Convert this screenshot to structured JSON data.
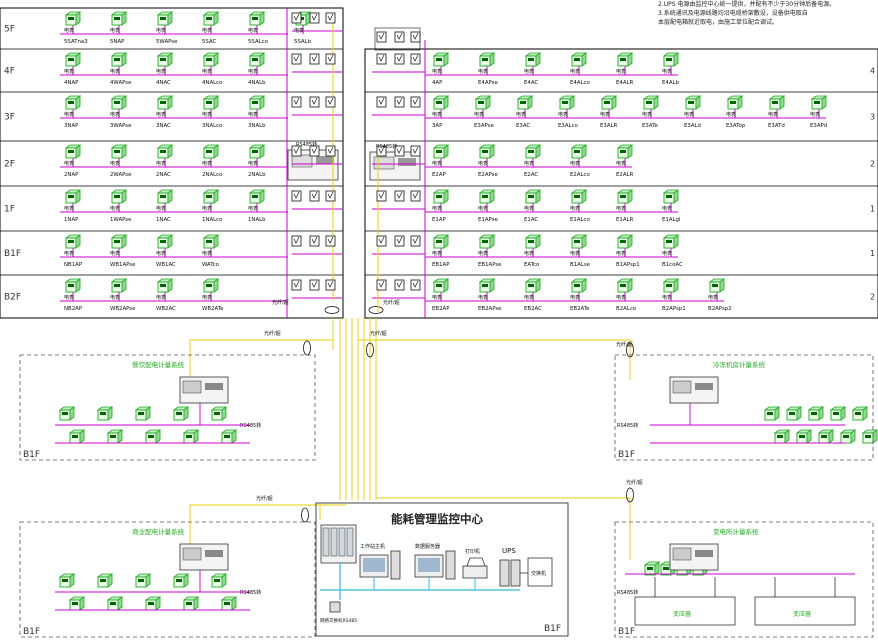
{
  "colors": {
    "line": "#000000",
    "bus": "#cc00cc",
    "signal": "#e6d200",
    "net": "#33bbdd",
    "meter": "#22aa22",
    "title": "#222222"
  },
  "top_notes": [
    "2.UPS 电源由监控中心统一提供，并配有不少于30分钟后备电源。",
    "3.系统通讯及电源线路均沿电缆桥架敷设，设备供电取自",
    "本层配电箱就近取电，由施工单位配合调试。"
  ],
  "floors": [
    "5F",
    "4F",
    "3F",
    "2F",
    "1F",
    "B1F",
    "B2F"
  ],
  "left_building": {
    "rows": [
      {
        "floor": "5F",
        "labels": [
          "5SATna3",
          "5NAP",
          "5WAPse",
          "5SAC",
          "5SALco",
          "5SALb"
        ]
      },
      {
        "floor": "4F",
        "labels": [
          "4NAP",
          "4WAPse",
          "4NAC",
          "4NALco",
          "4NALb"
        ]
      },
      {
        "floor": "3F",
        "labels": [
          "3NAP",
          "3WAPse",
          "3NAC",
          "3NALco",
          "3NALb"
        ]
      },
      {
        "floor": "2F",
        "labels": [
          "2NAP",
          "2WAPse",
          "2NAC",
          "2NALco",
          "2NALb"
        ]
      },
      {
        "floor": "1F",
        "labels": [
          "1NAP",
          "1WAPse",
          "1NAC",
          "1NALco",
          "1NALb"
        ]
      },
      {
        "floor": "B1F",
        "labels": [
          "NB1AP",
          "WB1APse",
          "WB1AC",
          "WATco"
        ]
      },
      {
        "floor": "B2F",
        "labels": [
          "NB2AP",
          "WB2APse",
          "WB2AC",
          "WB2ATe"
        ]
      }
    ]
  },
  "right_building": {
    "rows": [
      {
        "floor": "4F",
        "labels": [
          "4AP",
          "E4APse",
          "E4AC",
          "E4ALco",
          "E4ALR",
          "E4ALb"
        ]
      },
      {
        "floor": "3F",
        "labels": [
          "3AP",
          "E3APse",
          "E3AC",
          "E3ALco",
          "E3ALR",
          "E3ATe",
          "E3ALd",
          "E3ATop",
          "E3ATd",
          "E3APd"
        ]
      },
      {
        "floor": "2F",
        "labels": [
          "E2AP",
          "E2APse",
          "E2AC",
          "E2ALco",
          "E2ALR"
        ]
      },
      {
        "floor": "1F",
        "labels": [
          "E1AP",
          "E1APse",
          "E1AC",
          "E1ALco",
          "E1ALR",
          "E1ALgl"
        ]
      },
      {
        "floor": "B1F",
        "labels": [
          "EB1AP",
          "EB1APse",
          "EATco",
          "B1ALse",
          "B1APsp1",
          "B1coAC"
        ]
      },
      {
        "floor": "B2F",
        "labels": [
          "EB2AP",
          "EB2APse",
          "EB2AC",
          "EB2ATe",
          "B2ALco",
          "B2APsp1",
          "B2APsp2"
        ]
      }
    ]
  },
  "rs485_label": "RS485转",
  "fiber_label": "光纤/超",
  "sub_panels": [
    {
      "title": "餐饮配电计量系统",
      "floor": "B1F",
      "bus_label": "RS485转"
    },
    {
      "title": "冷冻机房计量系统",
      "floor": "B1F",
      "bus_label": "RS485转"
    },
    {
      "title": "商业配电计量系统",
      "floor": "B1F",
      "bus_label": "RS485转"
    },
    {
      "title": "变电所计量系统",
      "floor": "B1F",
      "bus_label": "RS485转",
      "units": [
        "变压器",
        "变压器"
      ]
    }
  ],
  "center": {
    "title": "能耗管理监控中心",
    "floor": "B1F",
    "devices": [
      "工作站主机",
      "数据服务器",
      "打印机",
      "UPS电源",
      "交换机"
    ],
    "ups_label": "UPS",
    "printer_label": "打印机",
    "switch_label": "交换机",
    "bottom_label": "网络交换机RS485"
  }
}
